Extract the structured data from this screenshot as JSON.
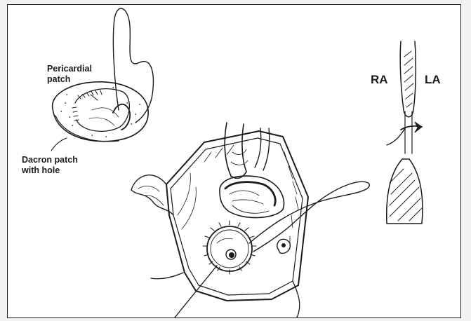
{
  "labels": {
    "pericardial_patch": [
      "Pericardial",
      "patch"
    ],
    "dacron_patch": [
      "Dacron patch",
      "with hole"
    ],
    "ra": "RA",
    "la": "LA"
  },
  "colors": {
    "ink": "#1a1a1a",
    "paper": "#ffffff",
    "page": "#f2f2f2"
  }
}
